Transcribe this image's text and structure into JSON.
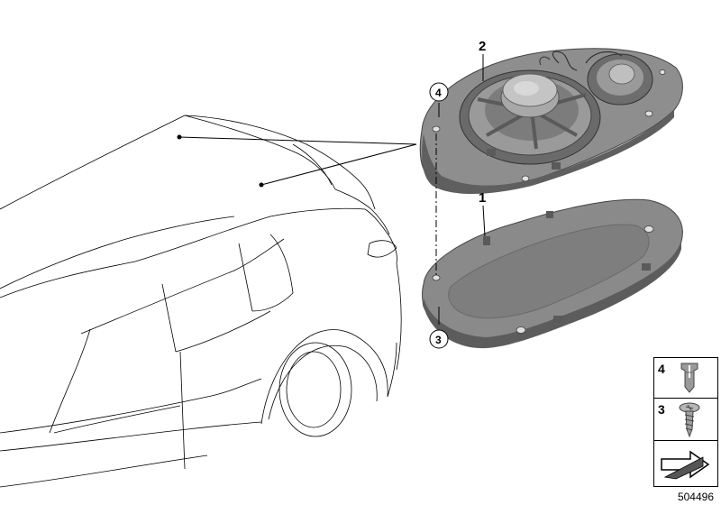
{
  "callouts": {
    "part1": "1",
    "part2": "2",
    "part3": "3",
    "part4": "4"
  },
  "legend": [
    {
      "label": "4",
      "icon": "clip-nut-icon"
    },
    {
      "label": "3",
      "icon": "self-tapping-screw-icon"
    },
    {
      "label": "",
      "icon": "wedge-arrow-icon"
    }
  ],
  "reference_number": "504496",
  "colors": {
    "line": "#000000",
    "part_fill": "#8a8a8a",
    "part_dark": "#5e5e5e",
    "part_light": "#b8b8b8"
  }
}
